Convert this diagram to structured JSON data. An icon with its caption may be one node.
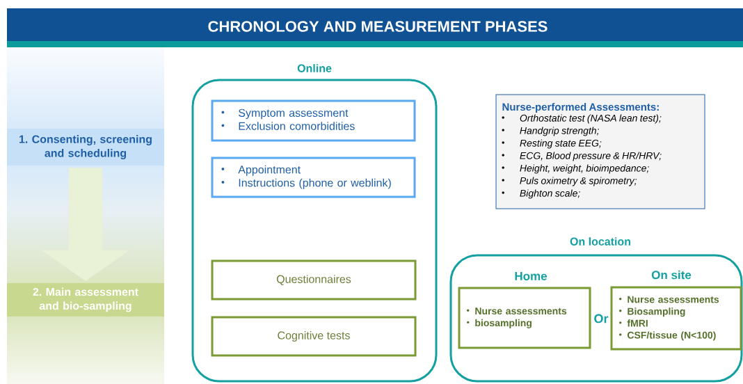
{
  "diagram": {
    "title": "CHRONOLOGY AND MEASUREMENT PHASES",
    "nodes": [
      {
        "text": [
          "1. Consenting, screening and scheduling"
        ]
      },
      {
        "text": [
          "2. Main assessment and bio-sampling"
        ]
      },
      {
        "text": [
          "Online"
        ]
      },
      {
        "text": [
          "Symptom assessment",
          "Exclusion comorbidities"
        ],
        "in": 2
      },
      {
        "text": [
          "Appointment",
          "Instructions (phone or weblink)"
        ],
        "in": 2
      },
      {
        "text": [
          "Questionnaires"
        ],
        "in": 2
      },
      {
        "text": [
          "Cognitive tests"
        ],
        "in": 2
      },
      {
        "text": [
          "Nurse-performed Assessments:",
          "Orthostatic test (NASA lean test);",
          "Handgrip strength;",
          "Resting state EEG;",
          "ECG, Blood pressure & HR/HRV;",
          "Height, weight, bioimpedance;",
          "Puls oximetry & spirometry;",
          "Bighton scale;"
        ]
      },
      {
        "text": [
          "On location"
        ]
      },
      {
        "text": [
          "Home",
          "Nurse assessments",
          "biosampling"
        ],
        "in": 8
      },
      {
        "text": [
          "On site",
          "Nurse assessments",
          "Biosampling",
          "fMRI",
          "CSF/tissue (N<100)"
        ],
        "in": 8
      }
    ],
    "edges": [
      {
        "from": 0,
        "to": 1,
        "arrow": "to"
      }
    ],
    "labels": [
      "Or"
    ]
  }
}
